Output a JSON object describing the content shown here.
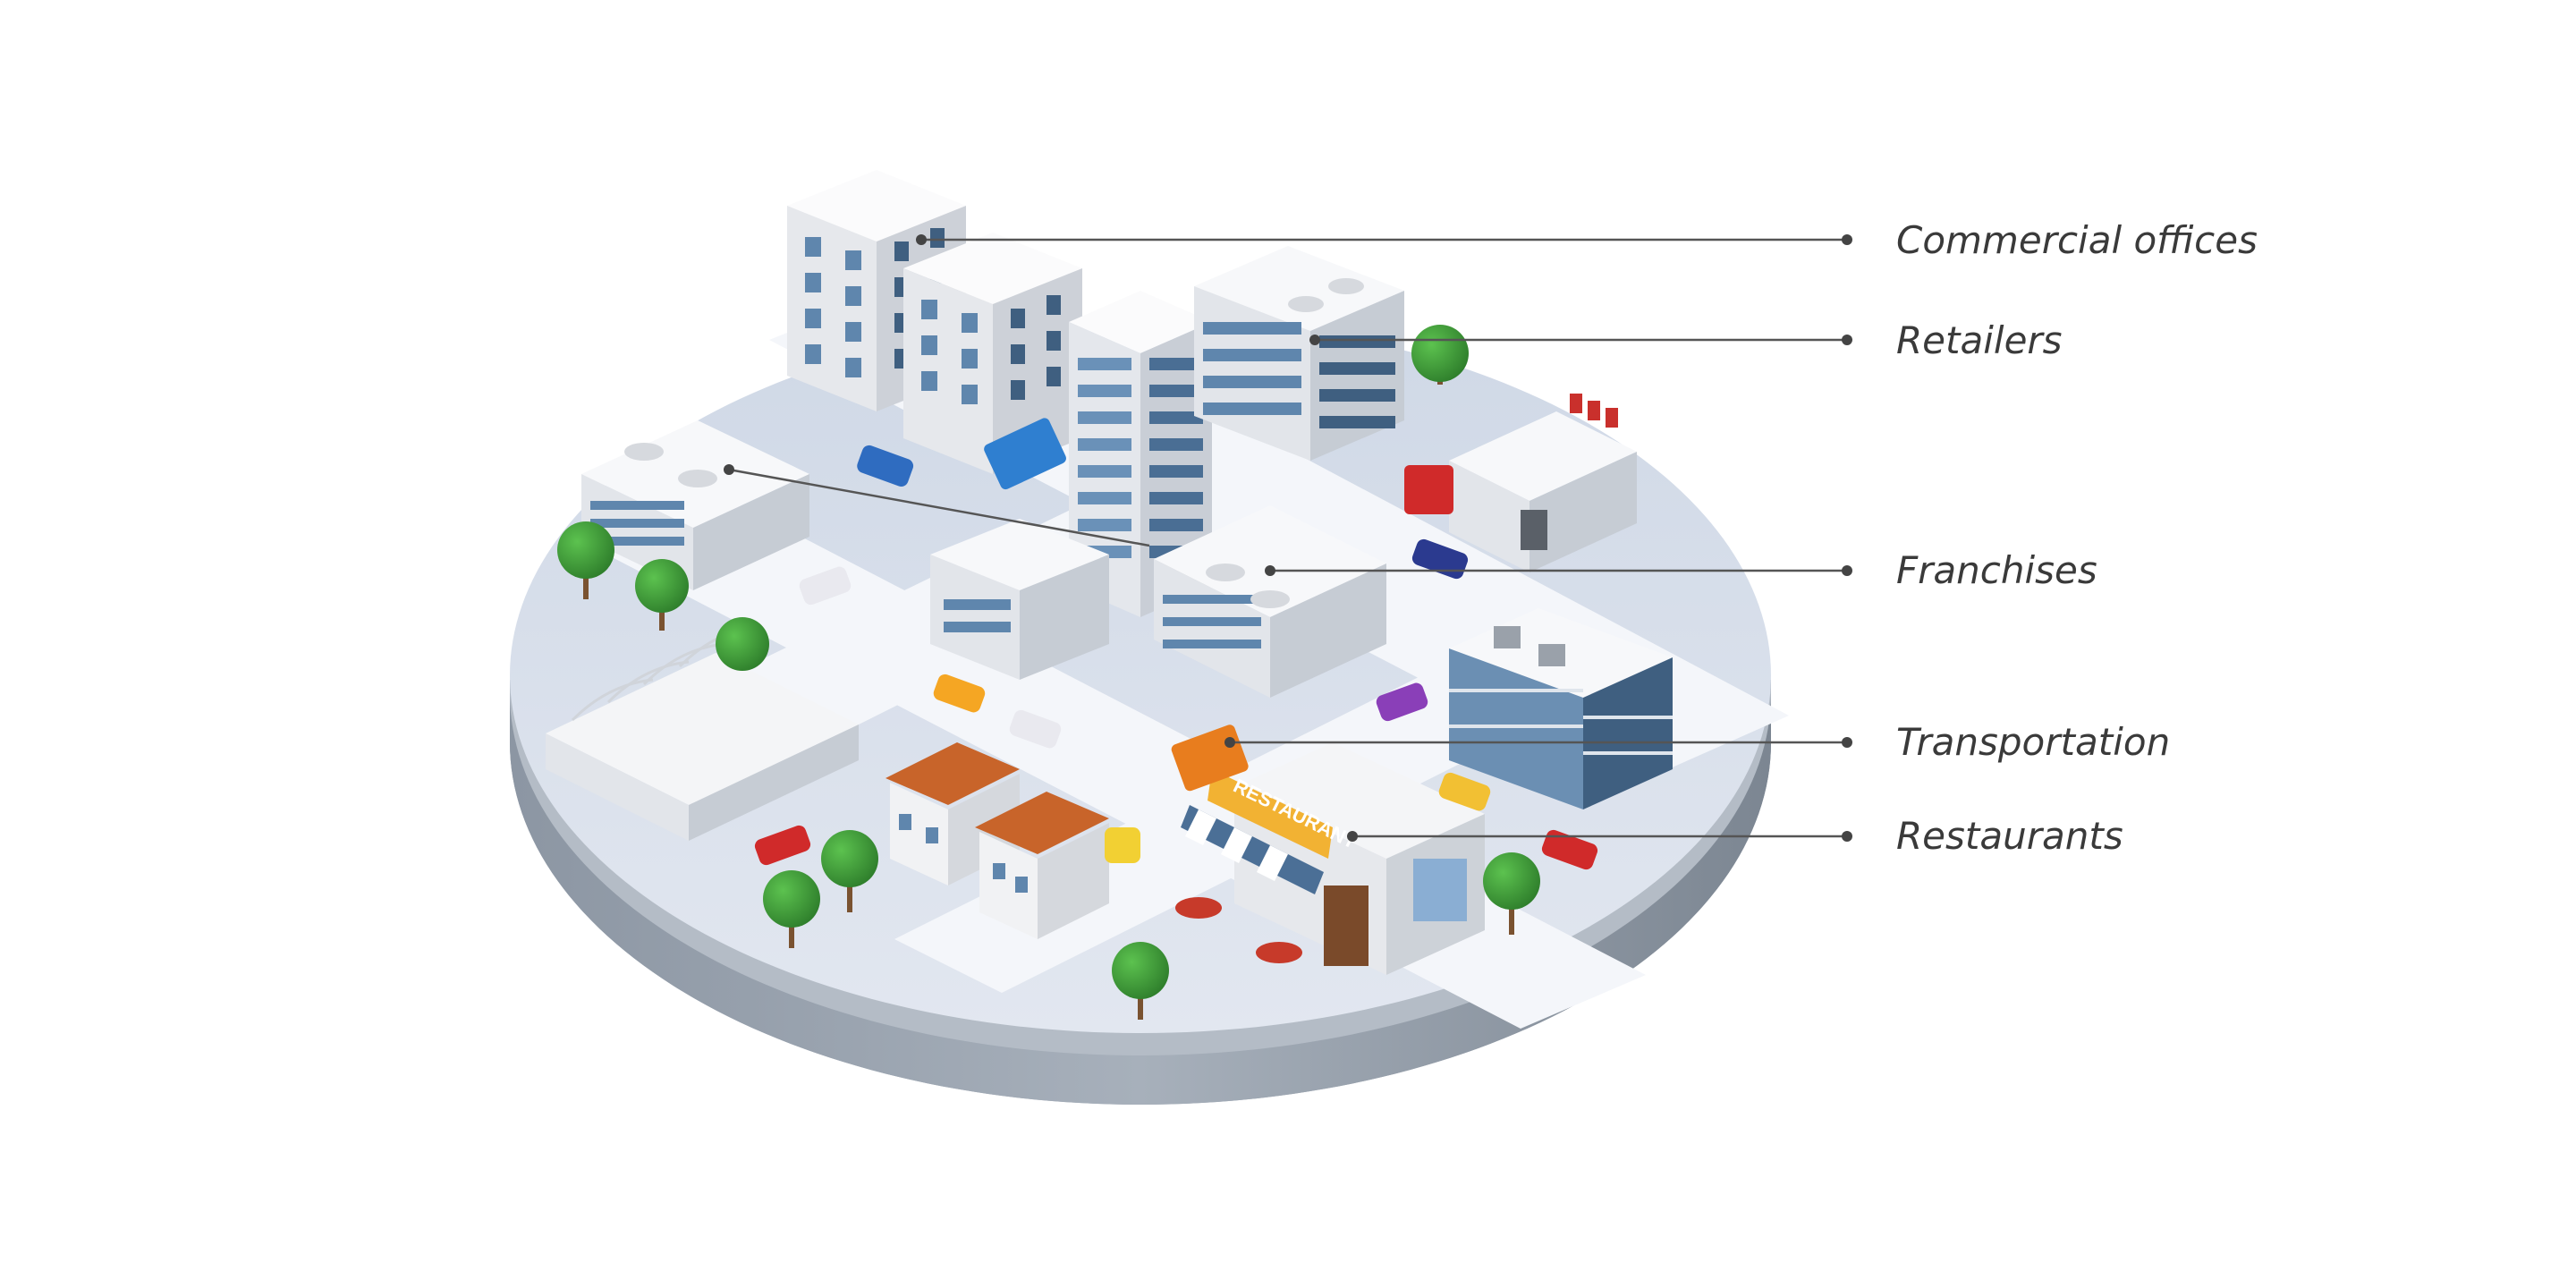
{
  "callouts": [
    {
      "id": "commercial",
      "label": "Commercial offices"
    },
    {
      "id": "retailers",
      "label": "Retailers"
    },
    {
      "id": "franchises",
      "label": "Franchises"
    },
    {
      "id": "transportation",
      "label": "Transportation"
    },
    {
      "id": "restaurants",
      "label": "Restaurants"
    }
  ],
  "restaurant_sign": "RESTAURANT",
  "colors": {
    "platform_top": "#d9e0ec",
    "platform_side": "#8f99a6",
    "road": "#f6f8fb",
    "building_light": "#f1f2f4",
    "building_shade": "#cfd3d9",
    "window_blue": "#5f86ad",
    "roof_orange": "#c8642a",
    "tree": "#3f9a3a",
    "leader_line": "#555555"
  }
}
